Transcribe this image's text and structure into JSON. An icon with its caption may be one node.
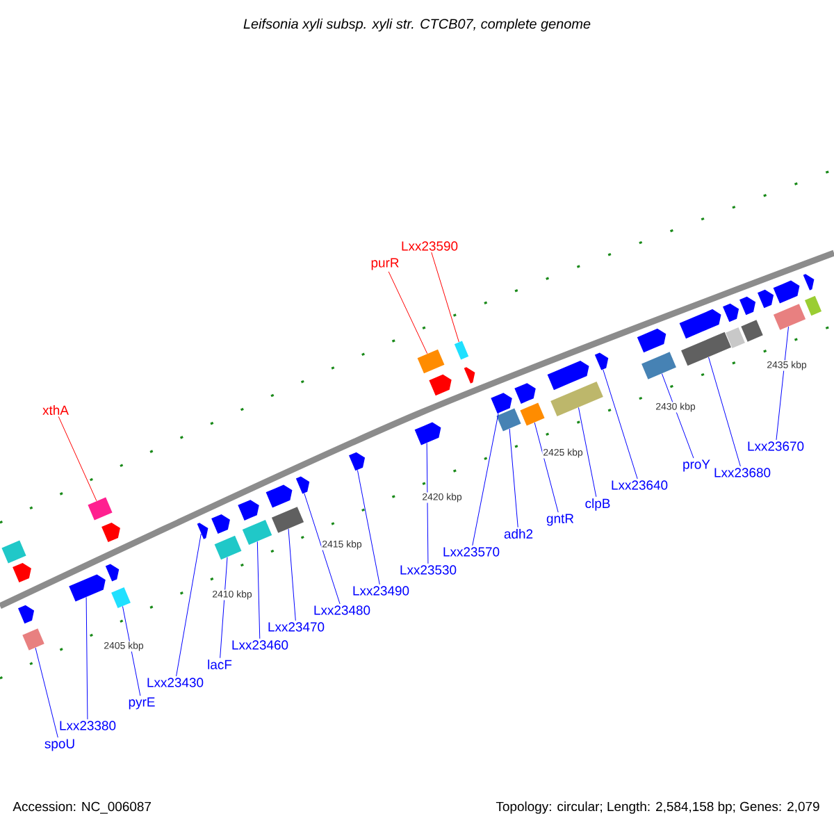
{
  "diagram": {
    "title": "Leifsonia xyli subsp. xyli str. CTCB07, complete genome",
    "nodes": [
      {
        "text": [
          "xthA"
        ]
      },
      {
        "text": [
          "purR"
        ]
      },
      {
        "text": [
          "Lxx23590"
        ]
      },
      {
        "text": [
          "spoU"
        ]
      },
      {
        "text": [
          "Lxx23380"
        ]
      },
      {
        "text": [
          "pyrE"
        ]
      },
      {
        "text": [
          "Lxx23430"
        ]
      },
      {
        "text": [
          "lacF"
        ]
      },
      {
        "text": [
          "Lxx23460"
        ]
      },
      {
        "text": [
          "Lxx23470"
        ]
      },
      {
        "text": [
          "Lxx23480"
        ]
      },
      {
        "text": [
          "Lxx23490"
        ]
      },
      {
        "text": [
          "Lxx23530"
        ]
      },
      {
        "text": [
          "Lxx23570"
        ]
      },
      {
        "text": [
          "adh2"
        ]
      },
      {
        "text": [
          "gntR"
        ]
      },
      {
        "text": [
          "clpB"
        ]
      },
      {
        "text": [
          "Lxx23640"
        ]
      },
      {
        "text": [
          "proY"
        ]
      },
      {
        "text": [
          "Lxx23680"
        ]
      },
      {
        "text": [
          "Lxx23670"
        ]
      },
      {
        "text": [],
        "shape": "box"
      },
      {
        "text": [],
        "shape": "arrow"
      },
      {
        "text": [],
        "shape": "arrow"
      },
      {
        "text": [],
        "shape": "box"
      },
      {
        "text": [],
        "shape": "arrow"
      },
      {
        "text": [],
        "shape": "box"
      },
      {
        "text": [],
        "shape": "arrow"
      },
      {
        "text": [],
        "shape": "arrow"
      },
      {
        "text": [],
        "shape": "box"
      },
      {
        "text": [],
        "shape": "arrow"
      },
      {
        "text": [],
        "shape": "arrow"
      },
      {
        "text": [],
        "shape": "box"
      },
      {
        "text": [],
        "shape": "arrow"
      },
      {
        "text": [],
        "shape": "box"
      },
      {
        "text": [],
        "shape": "arrow"
      },
      {
        "text": [],
        "shape": "box"
      },
      {
        "text": [],
        "shape": "arrow"
      },
      {
        "text": [],
        "shape": "arrow"
      },
      {
        "text": [],
        "shape": "arrow"
      },
      {
        "text": [],
        "shape": "box"
      },
      {
        "text": [],
        "shape": "arrow"
      },
      {
        "text": [],
        "shape": "box"
      },
      {
        "text": [],
        "shape": "arrow"
      },
      {
        "text": [],
        "shape": "arrow"
      },
      {
        "text": [],
        "shape": "box"
      },
      {
        "text": [],
        "shape": "arrow"
      },
      {
        "text": [],
        "shape": "box"
      },
      {
        "text": [],
        "shape": "arrow"
      },
      {
        "text": [],
        "shape": "box"
      },
      {
        "text": [],
        "shape": "arrow"
      },
      {
        "text": [],
        "shape": "arrow"
      },
      {
        "text": [],
        "shape": "box"
      },
      {
        "text": [],
        "shape": "arrow"
      },
      {
        "text": [],
        "shape": "box"
      },
      {
        "text": [],
        "shape": "arrow"
      },
      {
        "text": [],
        "shape": "box"
      },
      {
        "text": [],
        "shape": "arrow"
      },
      {
        "text": [],
        "shape": "box"
      },
      {
        "text": [],
        "shape": "arrow"
      },
      {
        "text": [],
        "shape": "arrow"
      },
      {
        "text": [],
        "shape": "box"
      },
      {
        "text": [],
        "shape": "arrow"
      },
      {
        "text": [],
        "shape": "box"
      }
    ],
    "edges": [
      {
        "from": 0,
        "to": 26,
        "arrow": "none",
        "color": "#ff0000"
      },
      {
        "from": 1,
        "to": 40,
        "arrow": "none",
        "color": "#ff0000"
      },
      {
        "from": 2,
        "to": 42,
        "arrow": "none",
        "color": "#ff0000"
      },
      {
        "from": 3,
        "to": 24,
        "arrow": "none"
      },
      {
        "from": 4,
        "to": 25,
        "arrow": "none"
      },
      {
        "from": 5,
        "to": 29,
        "arrow": "none"
      },
      {
        "from": 6,
        "to": 30,
        "arrow": "none"
      },
      {
        "from": 7,
        "to": 32,
        "arrow": "none"
      },
      {
        "from": 8,
        "to": 34,
        "arrow": "none"
      },
      {
        "from": 9,
        "to": 36,
        "arrow": "none"
      },
      {
        "from": 10,
        "to": 37,
        "arrow": "none"
      },
      {
        "from": 11,
        "to": 38,
        "arrow": "none"
      },
      {
        "from": 12,
        "to": 39,
        "arrow": "none"
      },
      {
        "from": 13,
        "to": 44,
        "arrow": "none"
      },
      {
        "from": 14,
        "to": 45,
        "arrow": "none"
      },
      {
        "from": 15,
        "to": 47,
        "arrow": "none"
      },
      {
        "from": 16,
        "to": 49,
        "arrow": "none"
      },
      {
        "from": 17,
        "to": 50,
        "arrow": "none"
      },
      {
        "from": 18,
        "to": 52,
        "arrow": "none"
      },
      {
        "from": 19,
        "to": 54,
        "arrow": "none"
      },
      {
        "from": 20,
        "to": 61,
        "arrow": "none"
      }
    ],
    "labels": [
      "2405 kbp",
      "2410 kbp",
      "2415 kbp",
      "2420 kbp",
      "2425 kbp",
      "2430 kbp",
      "2435 kbp",
      "Accession: NC_006087",
      "Topology: circular; Length: 2,584,158 bp; Genes: 2,079"
    ]
  }
}
